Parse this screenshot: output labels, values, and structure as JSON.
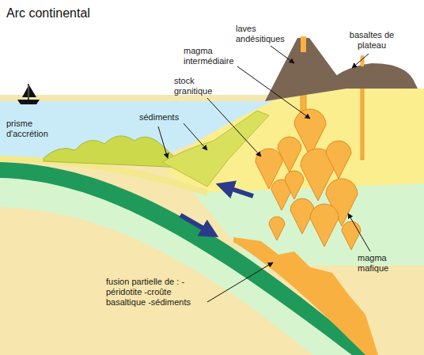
{
  "diagram": {
    "title": "Arc continental",
    "labels": [
      "laves andésitiques",
      "magma intermédiaire",
      "basaltes de plateau",
      "stock granitique",
      "prisme d'accrétion",
      "sédiments",
      "magma mafique",
      "fusion partielle de : -péridotite -croûte basaltique -sédiments"
    ]
  }
}
